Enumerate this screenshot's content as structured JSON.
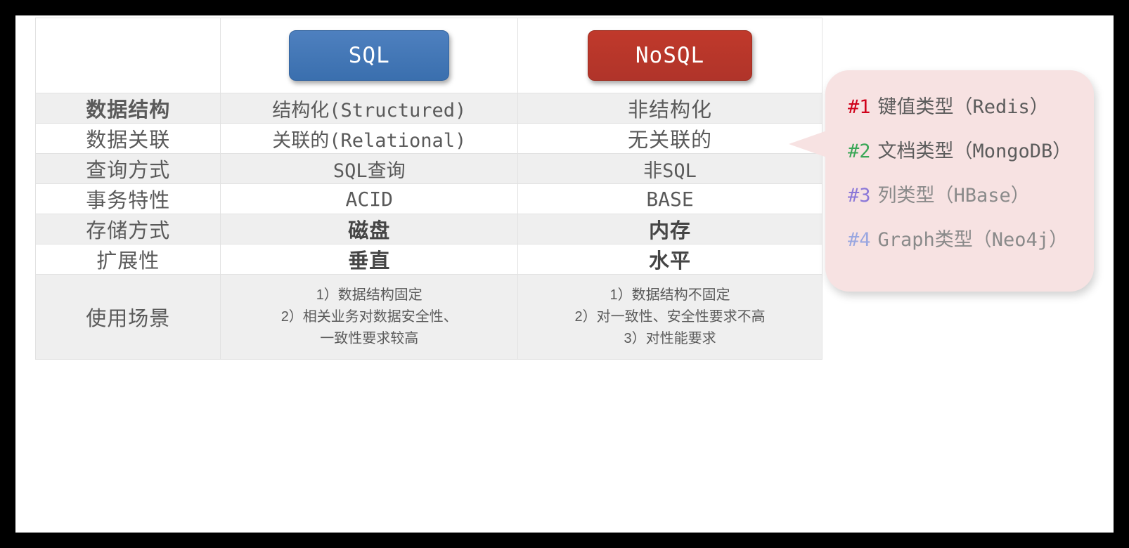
{
  "table": {
    "columns": [
      "",
      "SQL",
      "NoSQL"
    ],
    "header": {
      "sql_label": "SQL",
      "nosql_label": "NoSQL",
      "sql_color": "#3a6fae",
      "nosql_color": "#c0392b"
    },
    "rows": [
      {
        "label": "数据结构",
        "sql": "结构化(Structured)",
        "nosql": "非结构化"
      },
      {
        "label": "数据关联",
        "sql": "关联的(Relational)",
        "nosql": "无关联的"
      },
      {
        "label": "查询方式",
        "sql": "SQL查询",
        "nosql": "非SQL"
      },
      {
        "label": "事务特性",
        "sql": "ACID",
        "nosql": "BASE"
      },
      {
        "label": "存储方式",
        "sql": "磁盘",
        "nosql": "内存"
      },
      {
        "label": "扩展性",
        "sql": "垂直",
        "nosql": "水平"
      }
    ],
    "usecase_row": {
      "label": "使用场景",
      "sql_lines": [
        "1）数据结构固定",
        "2）相关业务对数据安全性、",
        "一致性要求较高"
      ],
      "nosql_lines": [
        "1）数据结构不固定",
        "2）对一致性、安全性要求不高",
        "3）对性能要求"
      ]
    }
  },
  "callout": {
    "items": [
      {
        "num": "#1",
        "text": "键值类型（Redis）",
        "color": "#d0021b"
      },
      {
        "num": "#2",
        "text": "文档类型（MongoDB）",
        "color": "#3aa757"
      },
      {
        "num": "#3",
        "text": "列类型（HBase）",
        "color": "#8b78d8"
      },
      {
        "num": "#4",
        "text": "Graph类型（Neo4j）",
        "color": "#9aa7e0"
      }
    ]
  }
}
